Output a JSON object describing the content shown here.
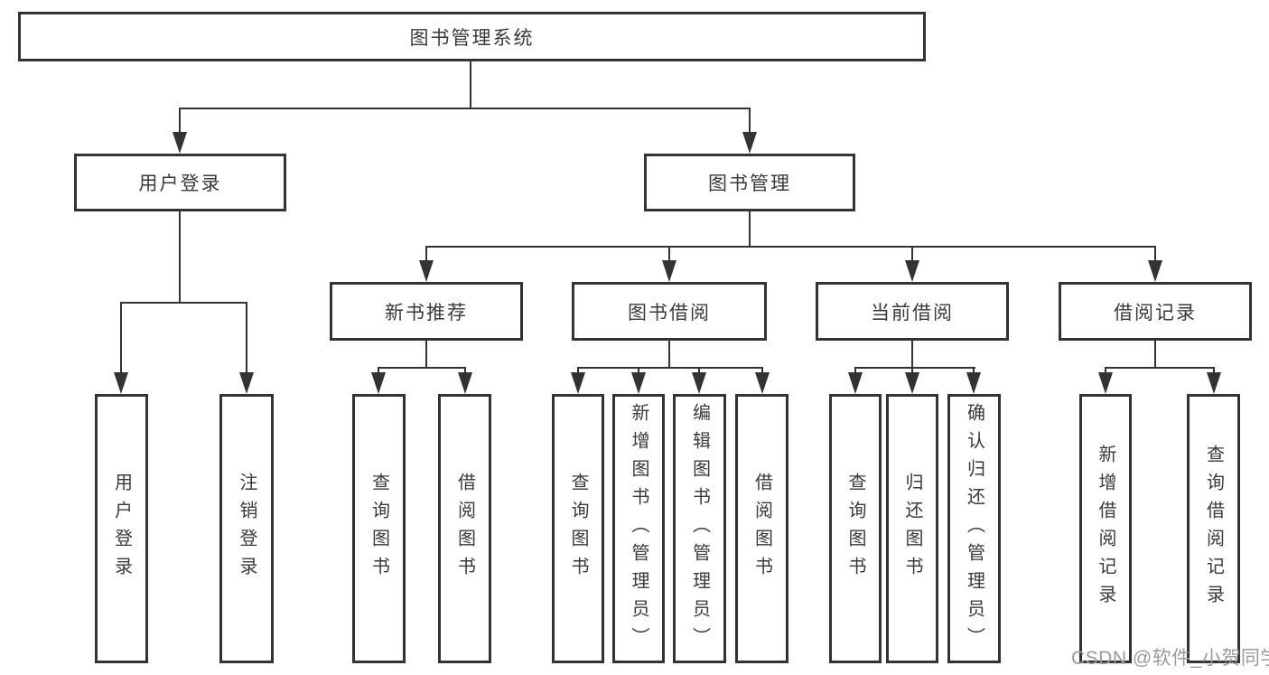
{
  "title_box": {
    "label": "图书管理系统"
  },
  "branches": {
    "user_login": {
      "label": "用户登录",
      "children": [
        {
          "label": "用户登录"
        },
        {
          "label": "注销登录"
        }
      ]
    },
    "book_management": {
      "label": "图书管理",
      "sections": [
        {
          "label": "新书推荐",
          "children": [
            {
              "label": "查询图书"
            },
            {
              "label": "借阅图书"
            }
          ]
        },
        {
          "label": "图书借阅",
          "children": [
            {
              "label": "查询图书"
            },
            {
              "label": "新增图书（管理员）"
            },
            {
              "label": "编辑图书（管理员）"
            },
            {
              "label": "借阅图书"
            }
          ]
        },
        {
          "label": "当前借阅",
          "children": [
            {
              "label": "查询图书"
            },
            {
              "label": "归还图书"
            },
            {
              "label": "确认归还（管理员）"
            }
          ]
        },
        {
          "label": "借阅记录",
          "children": [
            {
              "label": "新增借阅记录"
            },
            {
              "label": "查询借阅记录"
            }
          ]
        }
      ]
    }
  },
  "watermark": "CSDN @软件_小贺同学",
  "colors": {
    "line": "#333333",
    "text": "#3a3a3a",
    "background": "#ffffff",
    "watermark": "#9b9b9b"
  }
}
